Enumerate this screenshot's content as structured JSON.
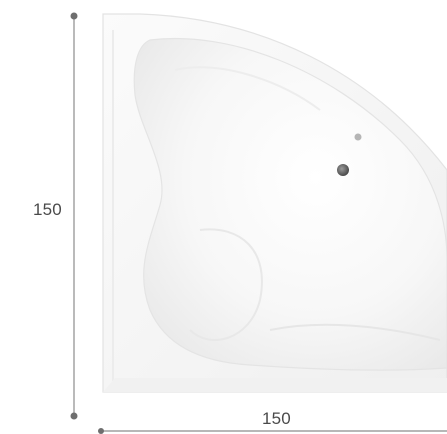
{
  "dimensions": {
    "height_label": "150",
    "width_label": "150"
  },
  "colors": {
    "dimension_line": "#8c8c8c",
    "dimension_dot": "#6e6e6e",
    "tub_outline": "#e6e6e6",
    "tub_rim": "#f4f4f4",
    "tub_shadow": "#dcdcdc",
    "jet": "#5a5a5a"
  },
  "icons": {
    "jet_icon": "jet-icon",
    "product": "corner-bathtub-image"
  }
}
